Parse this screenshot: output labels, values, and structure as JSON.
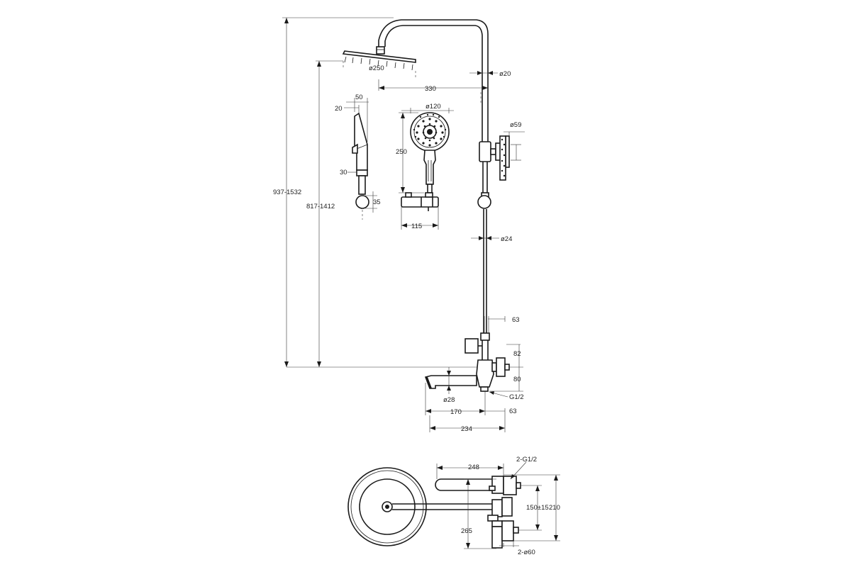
{
  "dimensions": {
    "total_height": "937-1532",
    "head_height": "817-1412",
    "head_diameter": "ø250",
    "arm_reach": "330",
    "pipe_top_diameter": "ø20",
    "hand_width": "50",
    "hand_side": "20",
    "hand_grip": "30",
    "hand_base": "35",
    "handshower_diameter": "ø120",
    "handshower_length": "250",
    "holder_width": "115",
    "bracket_diameter": "ø59",
    "pipe_lower_diameter": "ø24",
    "mixer_offset_top": "63",
    "mixer_h1": "82",
    "mixer_h2": "80",
    "connection": "G1/2",
    "spout_diameter": "ø28",
    "spout_length": "170",
    "spout_offset": "63",
    "spout_total": "234",
    "plan_length": "248",
    "plan_connections": "2-G1/2",
    "plan_centers": "150±15",
    "plan_height": "210",
    "plan_depth": "265",
    "plan_escutcheons": "2-ø60"
  }
}
